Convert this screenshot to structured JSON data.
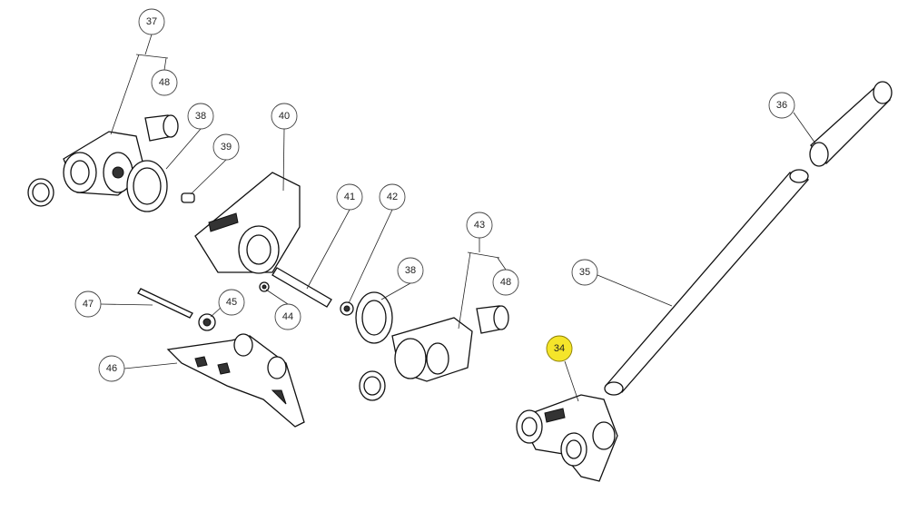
{
  "highlight_color": "#f5e52a",
  "callouts": [
    {
      "id": "c37",
      "label": "37"
    },
    {
      "id": "c48a",
      "label": "48"
    },
    {
      "id": "c38a",
      "label": "38"
    },
    {
      "id": "c39",
      "label": "39"
    },
    {
      "id": "c40",
      "label": "40"
    },
    {
      "id": "c41",
      "label": "41"
    },
    {
      "id": "c42",
      "label": "42"
    },
    {
      "id": "c43",
      "label": "43"
    },
    {
      "id": "c48b",
      "label": "48"
    },
    {
      "id": "c38b",
      "label": "38"
    },
    {
      "id": "c47",
      "label": "47"
    },
    {
      "id": "c45",
      "label": "45"
    },
    {
      "id": "c44",
      "label": "44"
    },
    {
      "id": "c46",
      "label": "46"
    },
    {
      "id": "c36",
      "label": "36"
    },
    {
      "id": "c35",
      "label": "35"
    },
    {
      "id": "c34",
      "label": "34",
      "highlighted": true
    }
  ]
}
